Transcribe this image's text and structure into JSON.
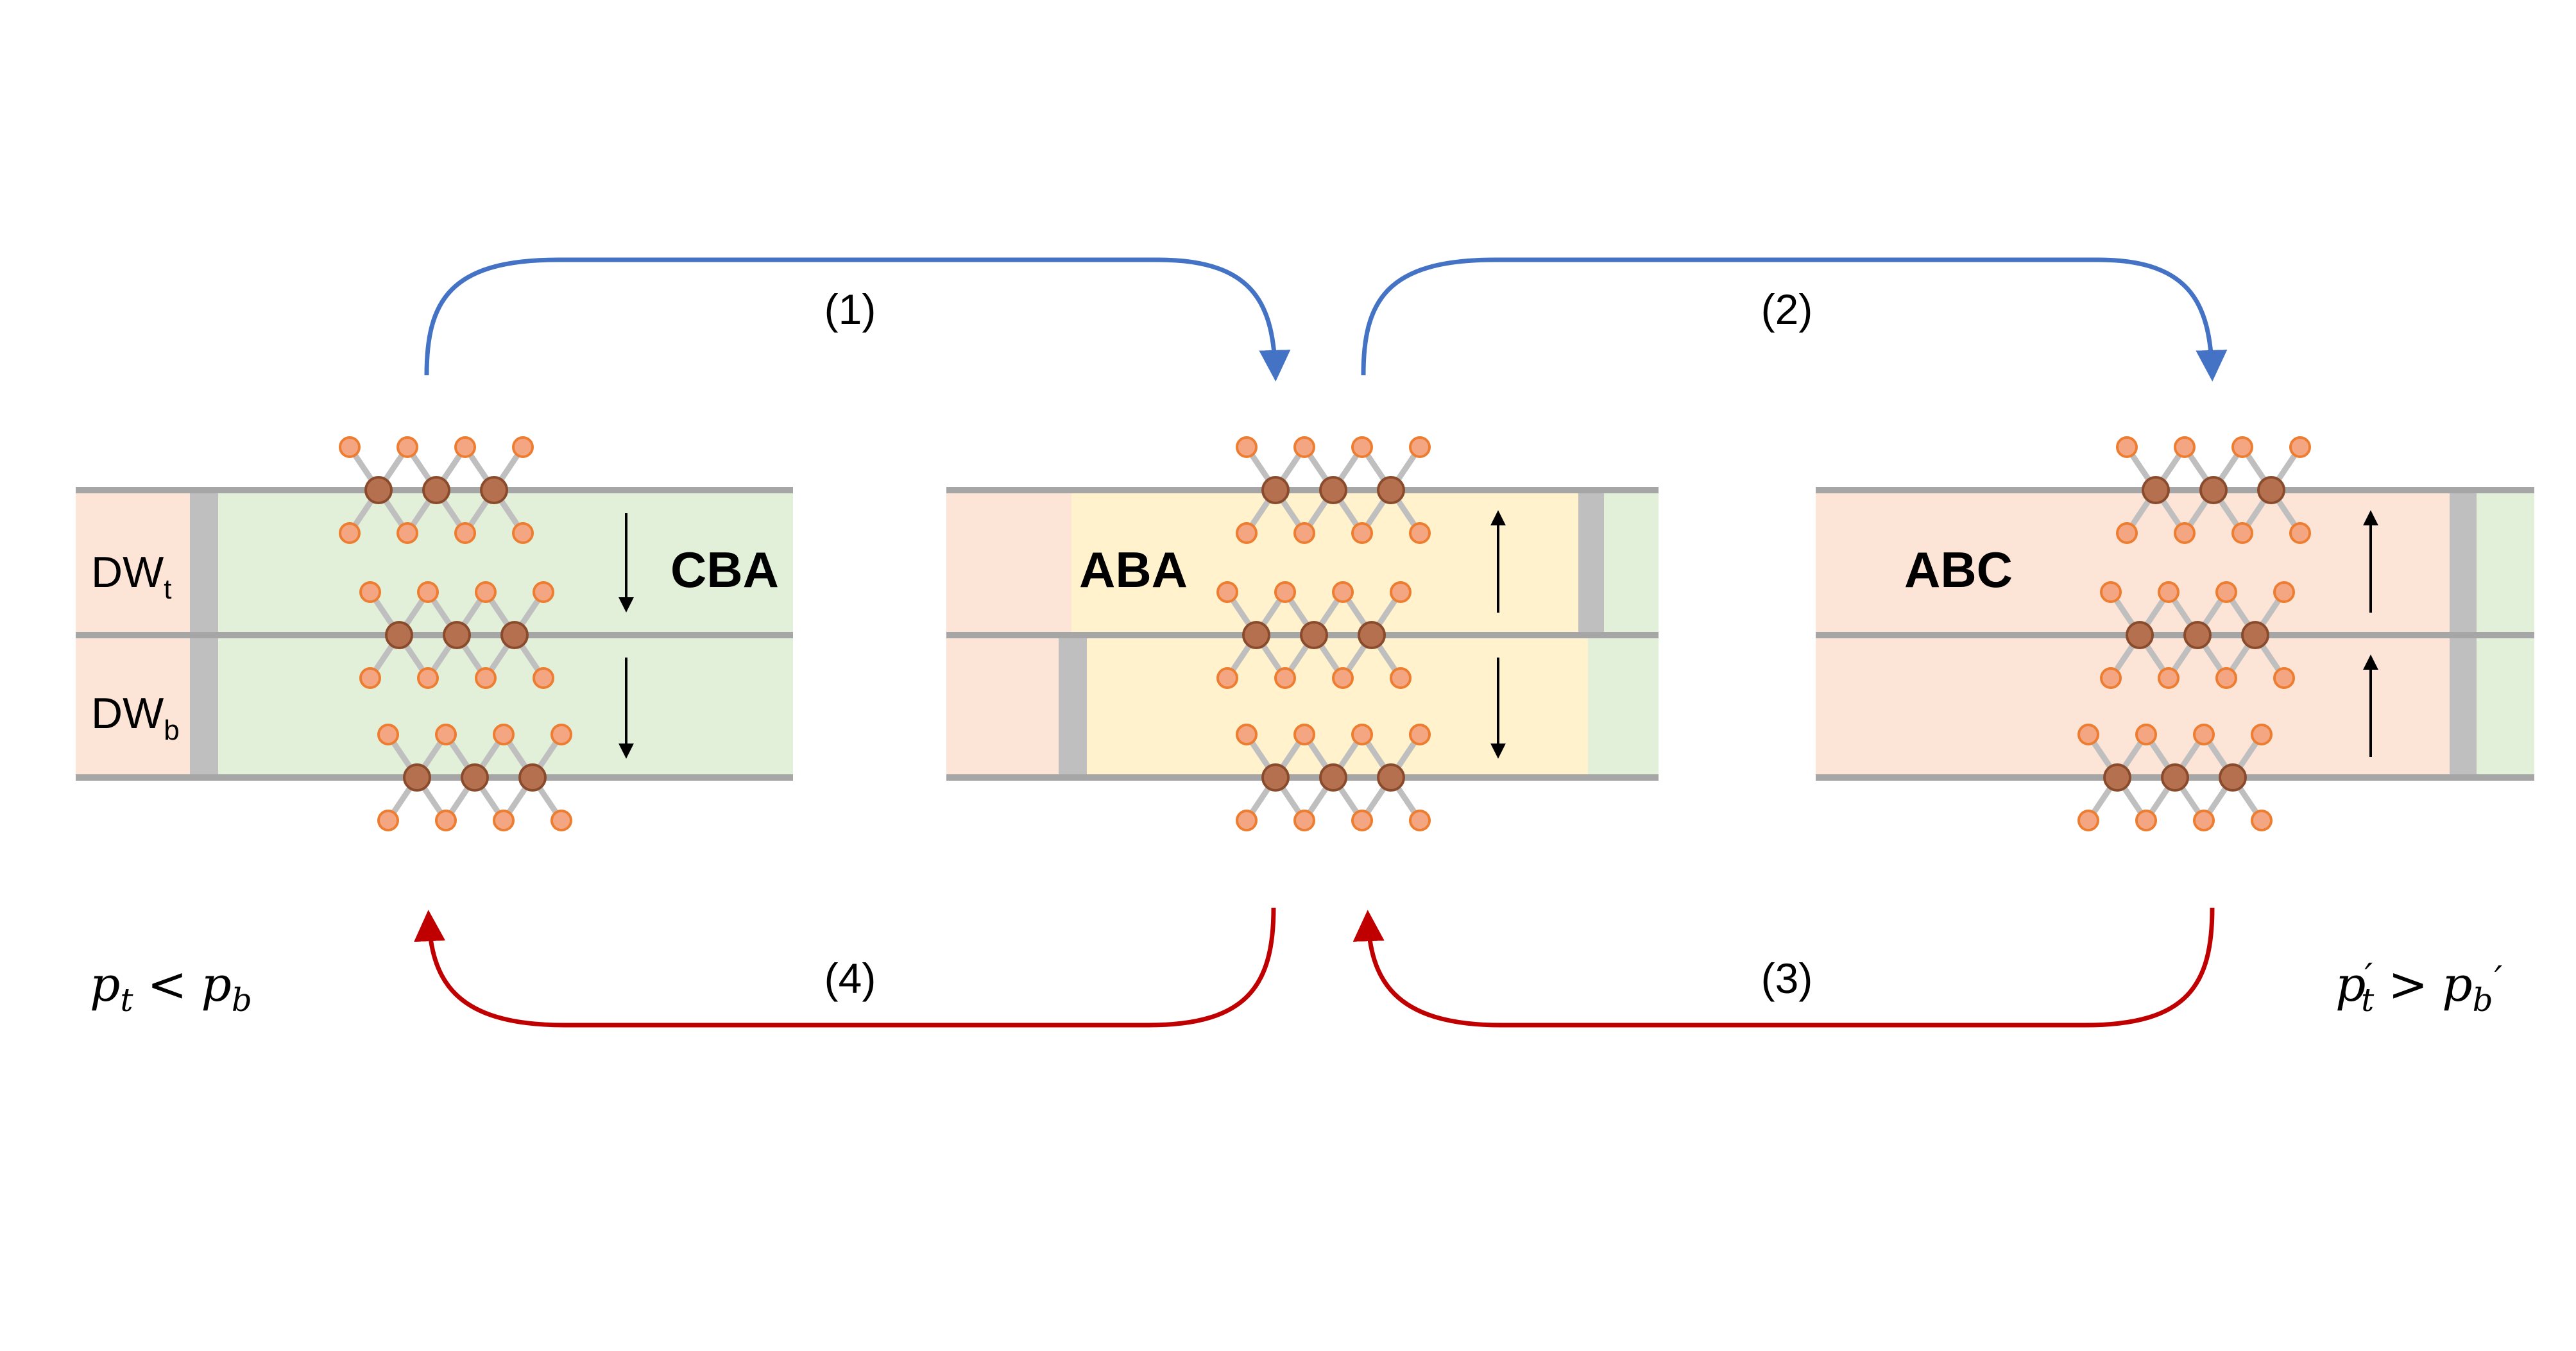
{
  "colors": {
    "pink": "#fce4d6",
    "green": "#e2f0d9",
    "yellow": "#fff2cc",
    "line": "#a6a6a6",
    "wall": "#bfbfbf",
    "atom_light": "#f4a582",
    "atom_light_stroke": "#ed7d31",
    "atom_dark": "#b5704f",
    "atom_dark_stroke": "#8a4b2d",
    "bond": "#bfbfbf",
    "blue_arrow": "#4472c4",
    "red_arrow": "#c00000",
    "polar_arrow": "#000000"
  },
  "labels": {
    "dw_top": "DW",
    "dw_top_sub": "t",
    "dw_bottom": "DW",
    "dw_bottom_sub": "b"
  },
  "stackings": {
    "left": "CBA",
    "middle": "ABA",
    "right": "ABC"
  },
  "transitions": {
    "t1": "(1)",
    "t2": "(2)",
    "t3": "(3)",
    "t4": "(4)"
  },
  "conditions": {
    "left": {
      "p1": "p",
      "s1": "t",
      "op": "<",
      "p2": "p",
      "s2": "b"
    },
    "right": {
      "p1": "p",
      "prime1": "′",
      "s1": "t",
      "op": ">",
      "p2": "p",
      "s2": "b",
      "prime2": "′"
    }
  },
  "polarization": {
    "left": [
      "down",
      "down"
    ],
    "middle": [
      "up",
      "down"
    ],
    "right": [
      "up",
      "up"
    ]
  }
}
